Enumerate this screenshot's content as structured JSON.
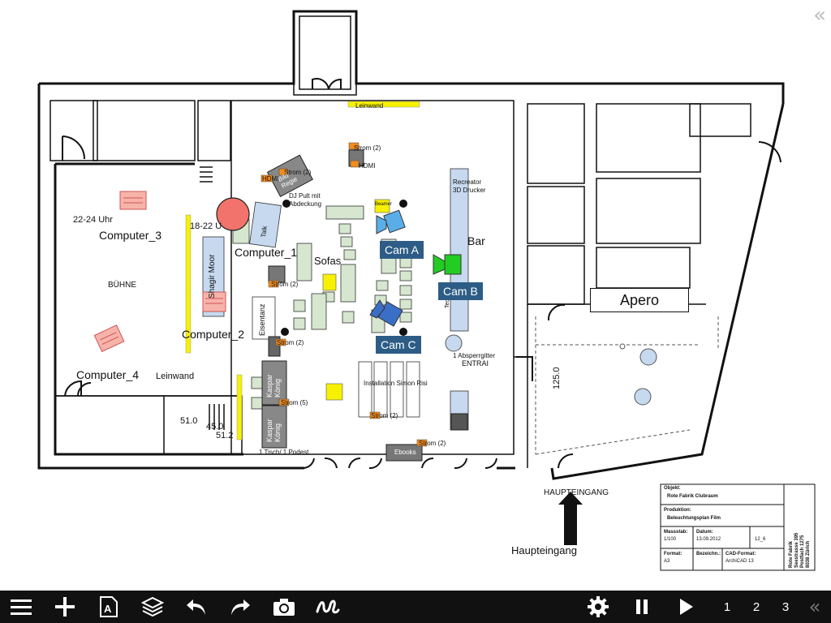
{
  "plan": {
    "labels": {
      "buehne": "BÜHNE",
      "time_22_24": "22-24 Uhr",
      "time_18_22": "18-22 U",
      "computer_3": "Computer_3",
      "computer_1": "Computer_1",
      "computer_2": "Computer_2",
      "computer_4": "Computer_4",
      "leinwand_left": "Leinwand",
      "leinwand_top": "Leinwand",
      "sofas": "Sofas",
      "bar": "Bar",
      "apero": "Apero",
      "recreator": "Recreator\n3D Drucker",
      "technik": "Technik",
      "shagir": "Shagir Moor",
      "eisentanz": "Eisentanz",
      "kaspar_1": "Kaspar\nKönig",
      "kaspar_2": "Kaspar\nKönig",
      "talk": "Talk",
      "regie": "Bild\nRegie",
      "dj_pult": "DJ Pult mit\nAbdeckung",
      "installation": "Installation Simon Risi",
      "ebooks": "Ebooks",
      "tisch_podest": "1 Tisch/ 1 Podest",
      "absperrgitter": "1 Absperrgitter",
      "entrance_small": "ENTRAI",
      "haupteingang_caps": "HAUPTEINGANG",
      "haupteingang": "Haupteingang",
      "strom_2": "Strom (2)",
      "strom_5": "Strom (5)",
      "hdmi": "HDMI",
      "beamer": "Beamer",
      "dim_51": "51.0",
      "dim_45": "45.0",
      "dim_51b": "51.2",
      "dim_vertical": "125.0"
    },
    "cameras": {
      "cam_a": "Cam A",
      "cam_b": "Cam B",
      "cam_c": "Cam C"
    },
    "title_block": {
      "objekt_label": "Objekt:",
      "objekt_value": "Rote Fabrik Clubraum",
      "produktion_label": "Produktion:",
      "produktion_value": "Beleuchtungsplan Film",
      "massstab_label": "Massstab:",
      "massstab_value": "1/100",
      "datum_label": "Datum:",
      "datum_value": "13.09.2012",
      "rev_value": "12_6",
      "format_label": "Format:",
      "format_value": "A3",
      "bezeichnung_label": "Bezeichn.:",
      "cad_label": "CAD-Format:",
      "cad_value": "ArchiCAD 13",
      "side_text": "Rote Fabrik\nSeestrasse 395\nPostfach 1275\n8038 Zürich"
    },
    "colors": {
      "wall": "#111111",
      "table_green": "#d6e6cf",
      "yellow": "#f7f000",
      "orange": "#f28c1e",
      "light_blue": "#c6d9ef",
      "camera_label": "#2d5d86",
      "cam_a_color": "#5aaee8",
      "cam_b_color": "#22cc22",
      "cam_c_color": "#3a6fc8",
      "computer_pink": "#f7b3aa",
      "red_circle": "#f2736b"
    }
  },
  "toolbar": {
    "menu_icon": "hamburger-menu-icon",
    "add_icon": "plus-icon",
    "text_icon": "text-tool-icon",
    "layers_icon": "layers-icon",
    "undo_icon": "undo-icon",
    "redo_icon": "redo-icon",
    "camera_icon": "camera-icon",
    "draw_icon": "freehand-draw-icon",
    "settings_icon": "gear-icon",
    "pause_icon": "pause-icon",
    "play_icon": "play-icon",
    "pages": [
      "1",
      "2",
      "3"
    ],
    "collapse_icon": "double-chevron-left-icon"
  }
}
